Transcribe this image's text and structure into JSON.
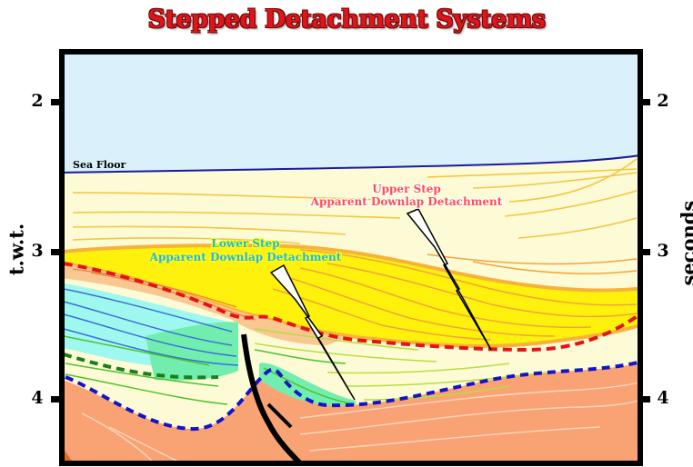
{
  "title": "Stepped Detachment Systems",
  "left_axis": {
    "title": "t.w.t.",
    "ticks": [
      "2",
      "3",
      "4"
    ]
  },
  "right_axis": {
    "title": "seconds",
    "ticks": [
      "2",
      "3",
      "4"
    ]
  },
  "labels": {
    "sea_floor": "Sea Floor",
    "upper_step_line1": "Upper Step",
    "upper_step_line2": "Apparent Downlap Detachment",
    "lower_step_line1": "Lower Step",
    "lower_step_line2": "Apparent Downlap Detachment"
  },
  "colors": {
    "title": "#e0151b",
    "water": "#daf0fa",
    "sea_floor_line": "#1a1aa0",
    "pale_yellow": "#fcfbd6",
    "bright_yellow": "#fef20c",
    "salmon": "#f9a375",
    "peach": "#f8c792",
    "cyan": "#9ff8ee",
    "green_lens": "#71eeae",
    "upper_detachment": "#e41414",
    "middle_detachment": "#1c7e1c",
    "lower_detachment": "#1414c8",
    "upper_label": "#ff4d4d",
    "lower_label": "#1fb4ff"
  }
}
